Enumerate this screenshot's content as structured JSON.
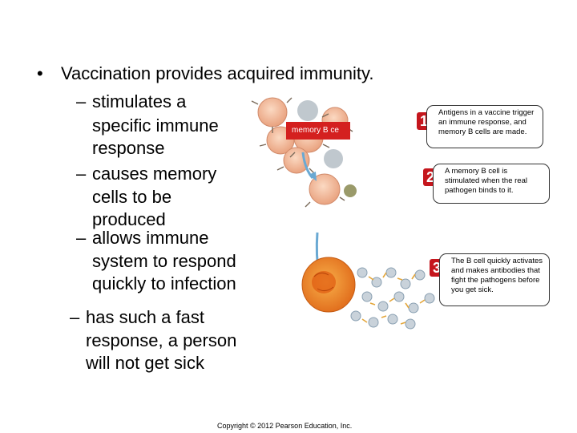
{
  "main_bullet": "Vaccination provides acquired immunity.",
  "sub_bullets": [
    [
      "stimulates a",
      "specific immune",
      "response"
    ],
    [
      "causes memory",
      "cells to be",
      "produced"
    ],
    [
      "allows immune",
      "system to respond",
      "quickly to infection"
    ],
    [
      "has such a fast",
      "response, a person",
      "will not get sick"
    ]
  ],
  "figure": {
    "tag_label": "memory B ce",
    "steps": [
      {
        "number": "1",
        "text": "Antigens in a vaccine trigger an immune response, and memory B cells are made."
      },
      {
        "number": "2",
        "text": "A memory B cell is stimulated when the real pathogen binds to it."
      },
      {
        "number": "3",
        "text": "The B cell quickly activates and makes antibodies that fight the pathogens before you get sick."
      }
    ]
  },
  "copyright": "Copyright © 2012 Pearson Education, Inc.",
  "colors": {
    "number_badge": "#c5161d",
    "tag": "#d4201f",
    "arrow": "#6aa9d3",
    "cell": "#f08a2c"
  }
}
